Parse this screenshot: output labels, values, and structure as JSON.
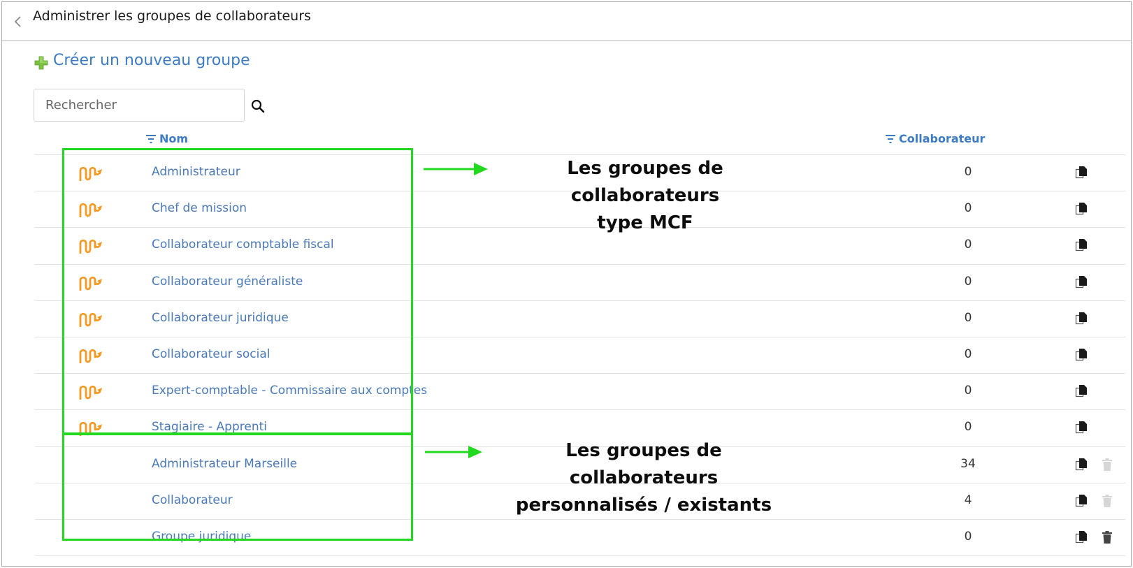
{
  "header": {
    "title": "Administrer les groupes de collaborateurs"
  },
  "create": {
    "label": "Créer un nouveau groupe"
  },
  "search": {
    "placeholder": "Rechercher"
  },
  "columns": {
    "name": "Nom",
    "count": "Collaborateur"
  },
  "rows": [
    {
      "name": "Administrateur",
      "count": "0",
      "mcf": true,
      "deletable": false
    },
    {
      "name": "Chef de mission",
      "count": "0",
      "mcf": true,
      "deletable": false
    },
    {
      "name": "Collaborateur comptable fiscal",
      "count": "0",
      "mcf": true,
      "deletable": false
    },
    {
      "name": "Collaborateur généraliste",
      "count": "0",
      "mcf": true,
      "deletable": false
    },
    {
      "name": "Collaborateur juridique",
      "count": "0",
      "mcf": true,
      "deletable": false
    },
    {
      "name": "Collaborateur social",
      "count": "0",
      "mcf": true,
      "deletable": false
    },
    {
      "name": "Expert-comptable - Commissaire aux comptes",
      "count": "0",
      "mcf": true,
      "deletable": false
    },
    {
      "name": "Stagiaire - Apprenti",
      "count": "0",
      "mcf": true,
      "deletable": false
    },
    {
      "name": "Administrateur Marseille",
      "count": "34",
      "mcf": false,
      "deletable": false,
      "trash": "disabled"
    },
    {
      "name": "Collaborateur",
      "count": "4",
      "mcf": false,
      "deletable": false,
      "trash": "disabled"
    },
    {
      "name": "Groupe juridique",
      "count": "0",
      "mcf": false,
      "deletable": true,
      "trash": "enabled"
    }
  ],
  "annotations": {
    "mcf_line1": "Les groupes de collaborateurs",
    "mcf_line2": "type MCF",
    "custom_line1": "Les groupes de collaborateurs",
    "custom_line2": "personnalisés / existants"
  },
  "colors": {
    "link": "#3d7bc4",
    "mcf_logo": "#f39a25",
    "highlight": "#22d91f",
    "create_icon": "#7cc242"
  },
  "icons": {
    "back": "chevron-left-icon",
    "create": "plus-icon",
    "search": "magnifier-icon",
    "sort": "filter-sort-icon",
    "mcf": "mcf-logo-icon",
    "copy": "copy-icon",
    "trash": "trash-icon"
  }
}
